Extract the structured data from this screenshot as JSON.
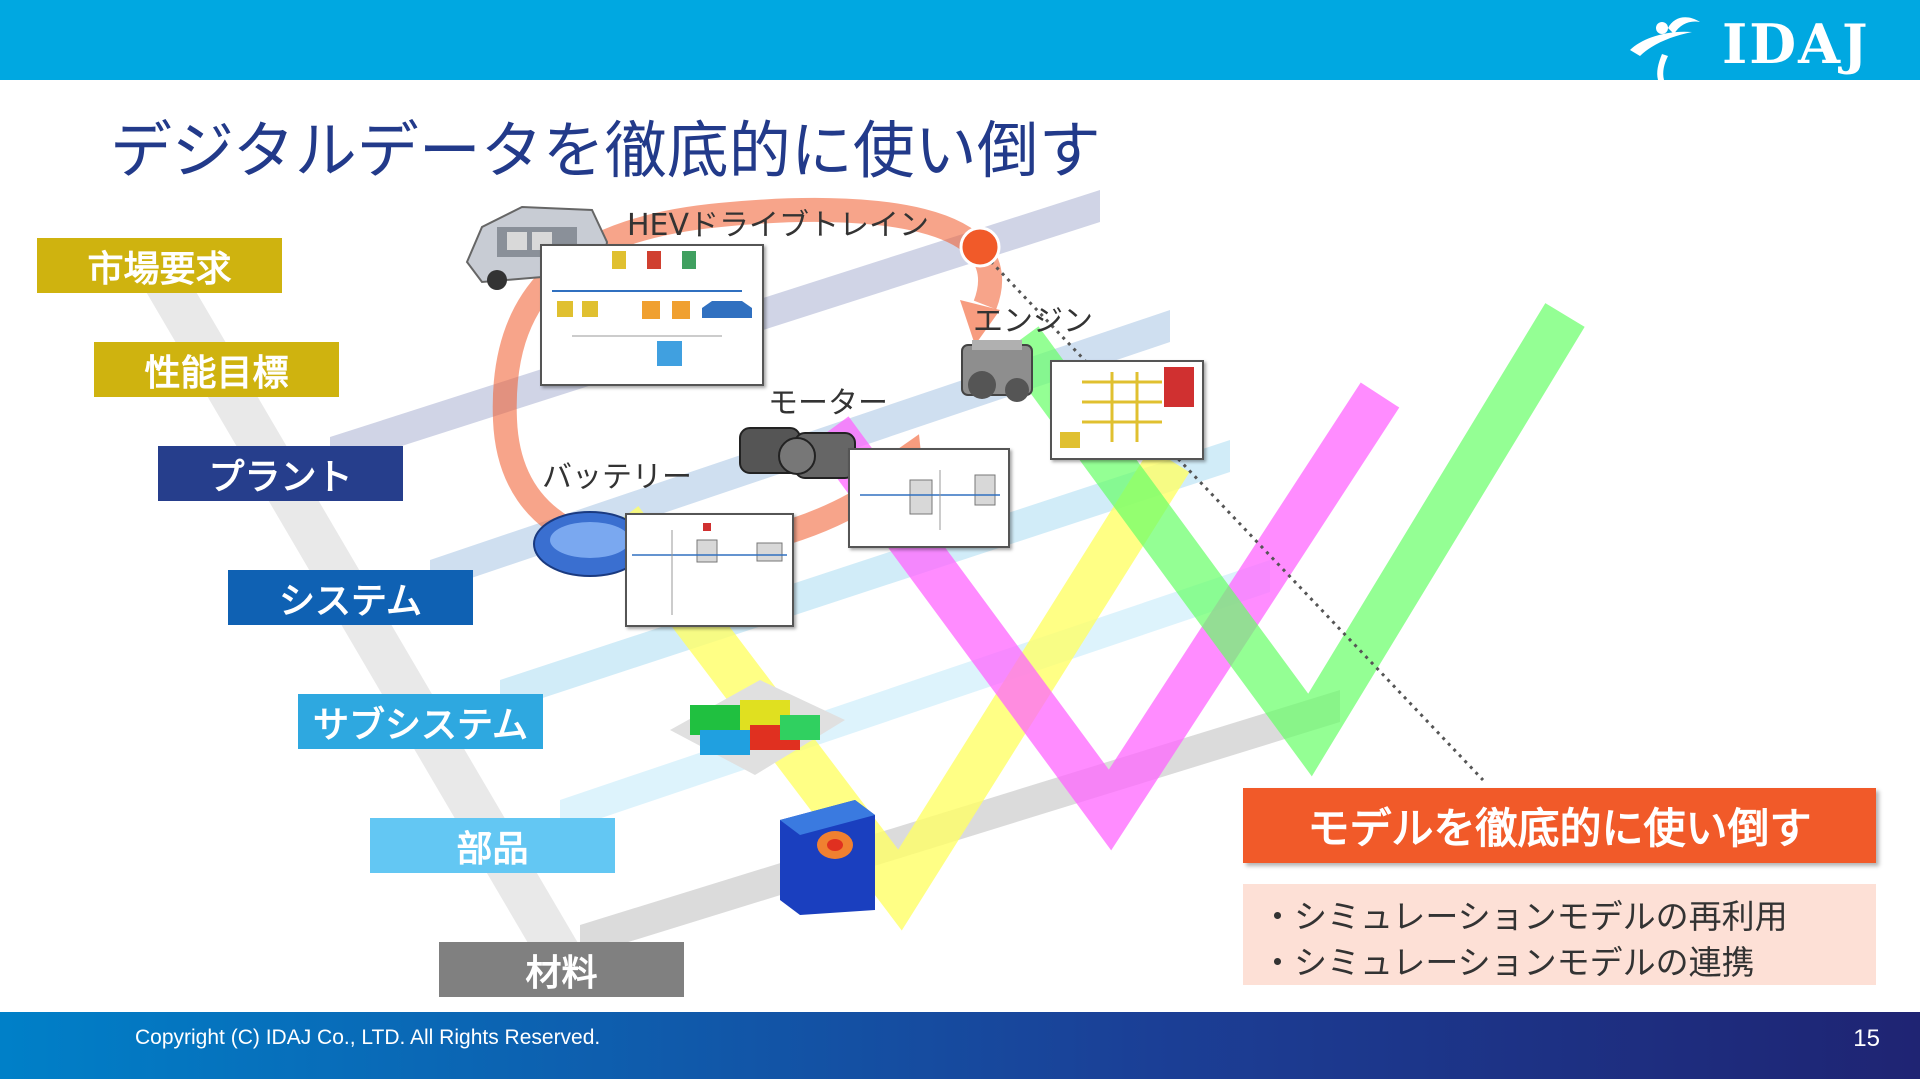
{
  "header": {
    "logo_text": "IDAJ"
  },
  "title": "デジタルデータを徹底的に使い倒す",
  "levels": [
    {
      "label": "市場要求",
      "color": "#cfb30f"
    },
    {
      "label": "性能目標",
      "color": "#cfb30f"
    },
    {
      "label": "プラント",
      "color": "#263e8c"
    },
    {
      "label": "システム",
      "color": "#0f61b3"
    },
    {
      "label": "サブシステム",
      "color": "#2ea8e0"
    },
    {
      "label": "部品",
      "color": "#63c7f3"
    },
    {
      "label": "材料",
      "color": "#808080"
    }
  ],
  "diagram_labels": {
    "hev": "HEVドライブトレイン",
    "engine": "エンジン",
    "motor": "モーター",
    "battery": "バッテリー"
  },
  "callout": {
    "heading": "モデルを徹底的に使い倒す",
    "bullets": [
      "・シミュレーションモデルの再利用",
      "・シミュレーションモデルの連携"
    ]
  },
  "footer": {
    "copyright": "Copyright (C) IDAJ Co., LTD. All Rights Reserved.",
    "page": "15"
  },
  "colors": {
    "header_bar": "#00a8e1",
    "title": "#223a8a",
    "accent_orange": "#f15a29",
    "v_yellow": "#ffff66",
    "v_magenta": "#ff66ff",
    "v_green": "#66ff66"
  }
}
